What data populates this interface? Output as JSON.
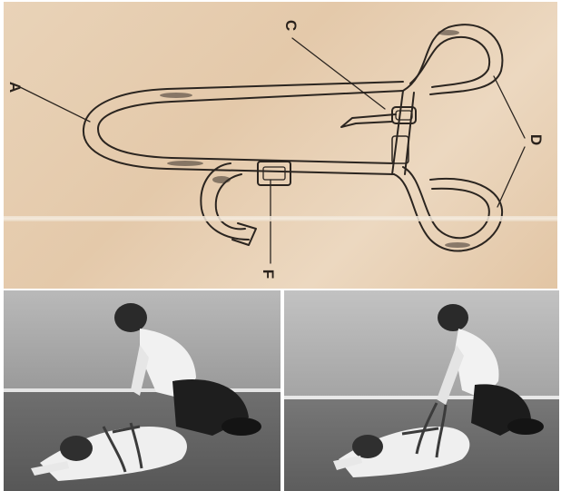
{
  "diagram": {
    "labels": {
      "a": "A",
      "c": "C",
      "d": "D",
      "f": "F"
    }
  },
  "photos": [
    {
      "id": "left"
    },
    {
      "id": "right"
    }
  ]
}
